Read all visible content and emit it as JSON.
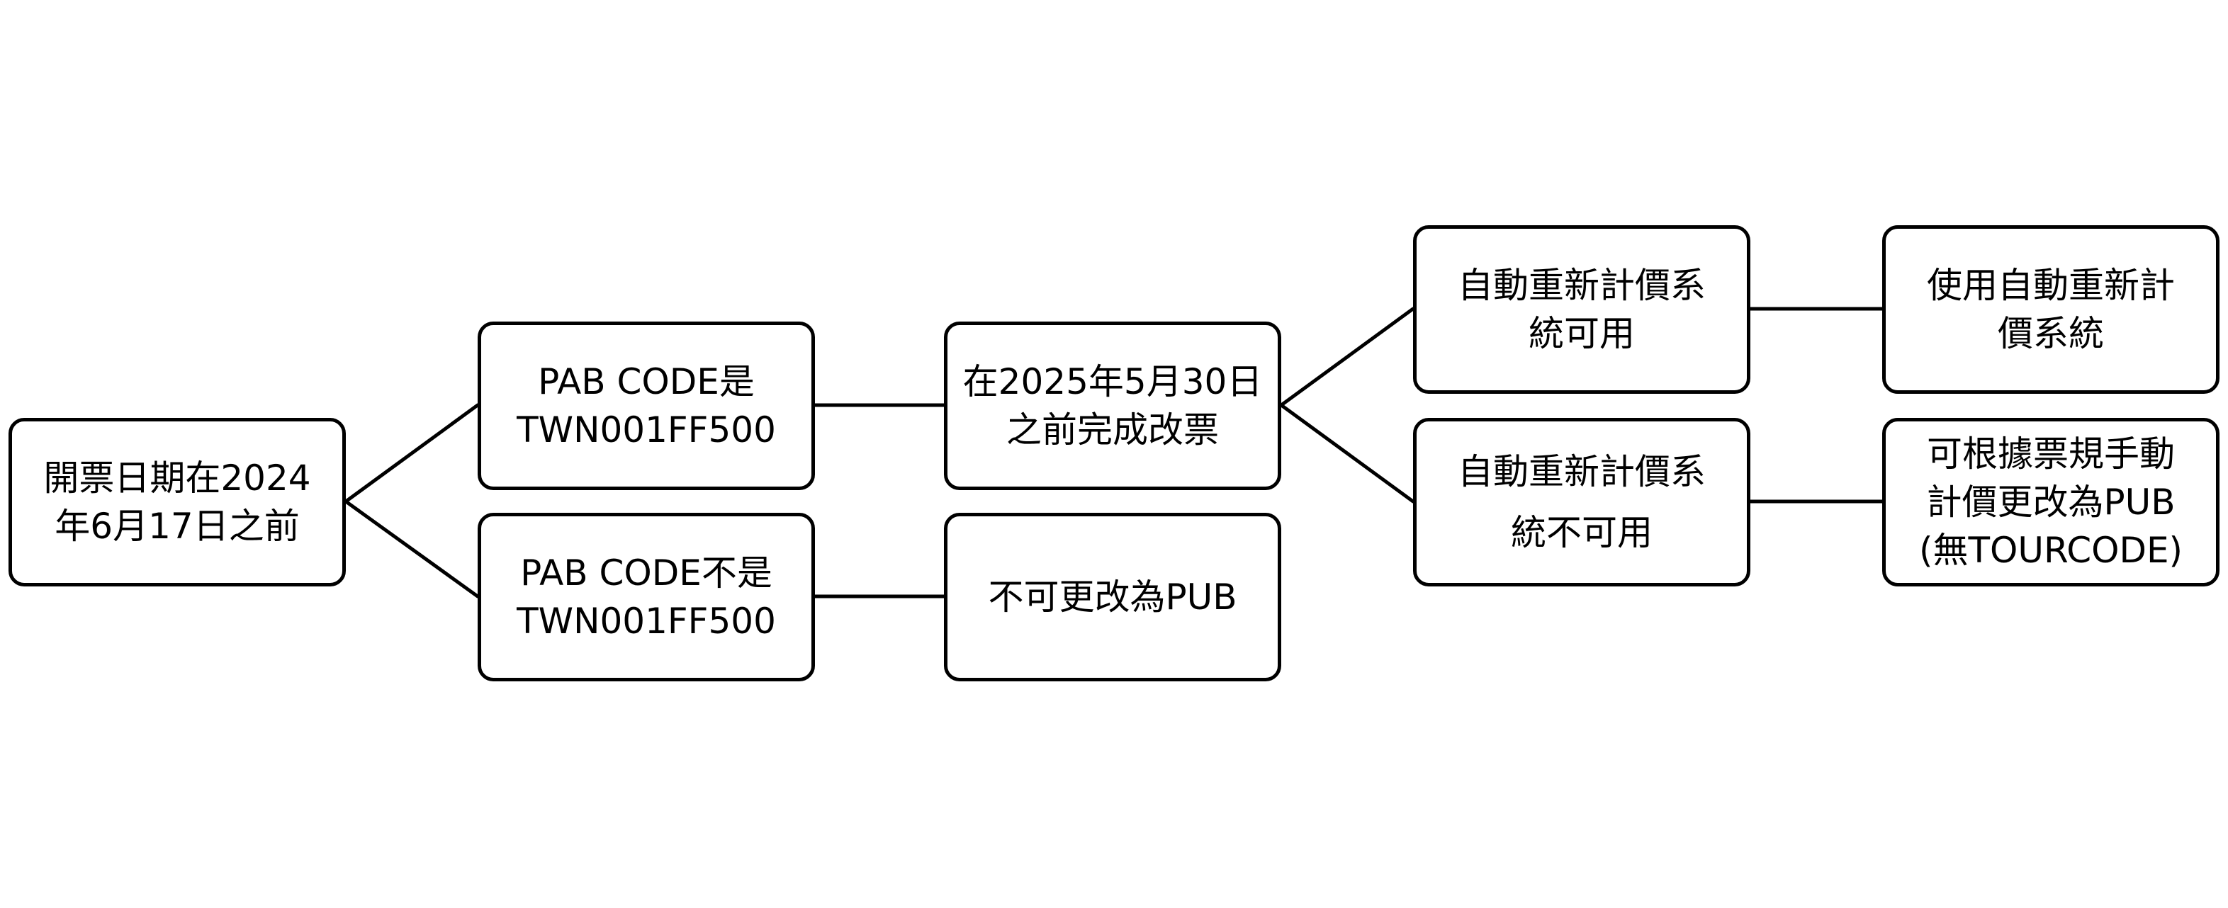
{
  "nodes": {
    "start": {
      "lines": [
        "開票日期在2024",
        "年6月17日之前"
      ]
    },
    "pab_yes": {
      "lines": [
        "PAB CODE是",
        "TWN001FF500"
      ]
    },
    "pab_no": {
      "lines": [
        "PAB CODE不是",
        "TWN001FF500"
      ]
    },
    "reissue": {
      "lines": [
        "在2025年5月30日",
        "之前完成改票"
      ]
    },
    "no_pub": {
      "lines": [
        "不可更改為PUB"
      ]
    },
    "auto_ok": {
      "lines": [
        "自動重新計價系",
        "統可用"
      ]
    },
    "auto_na": {
      "lines": [
        "自動重新計價系",
        "統不可用"
      ]
    },
    "use_auto": {
      "lines": [
        "使用自動重新計",
        "價系統"
      ]
    },
    "manual": {
      "lines": [
        "可根據票規手動",
        "計價更改為PUB",
        "(無TOURCODE)"
      ]
    }
  }
}
